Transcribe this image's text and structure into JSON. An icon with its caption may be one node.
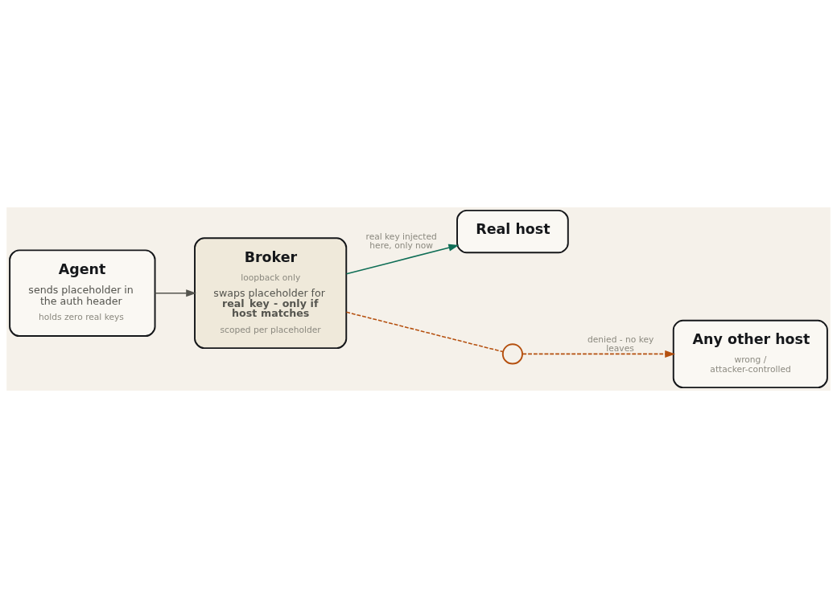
{
  "diagram": {
    "nodes": [
      {
        "text": [
          "Agent",
          "sends placeholder in the auth header",
          "holds zero real keys"
        ]
      },
      {
        "text": [
          "Broker",
          "loopback only",
          "swaps placeholder for **real key - only if host matches**",
          "scoped per placeholder"
        ]
      },
      {
        "text": [
          "Real host"
        ]
      },
      {
        "text": [],
        "shape": "circle"
      },
      {
        "text": [
          "Any other host",
          "wrong / attacker-controlled"
        ]
      }
    ],
    "edges": [
      {
        "from": 0,
        "to": 1,
        "arrow": "to",
        "color": "#55554f"
      },
      {
        "from": 1,
        "to": 2,
        "arrow": "to",
        "color": "#0f6e56",
        "label": "real key injected here, only now"
      },
      {
        "from": 1,
        "to": 3,
        "arrow": "none",
        "style": "dashed",
        "color": "#b5500f"
      },
      {
        "from": 3,
        "to": 4,
        "arrow": "to",
        "style": "dashed",
        "color": "#b5500f",
        "label": "denied - no key leaves"
      }
    ]
  }
}
